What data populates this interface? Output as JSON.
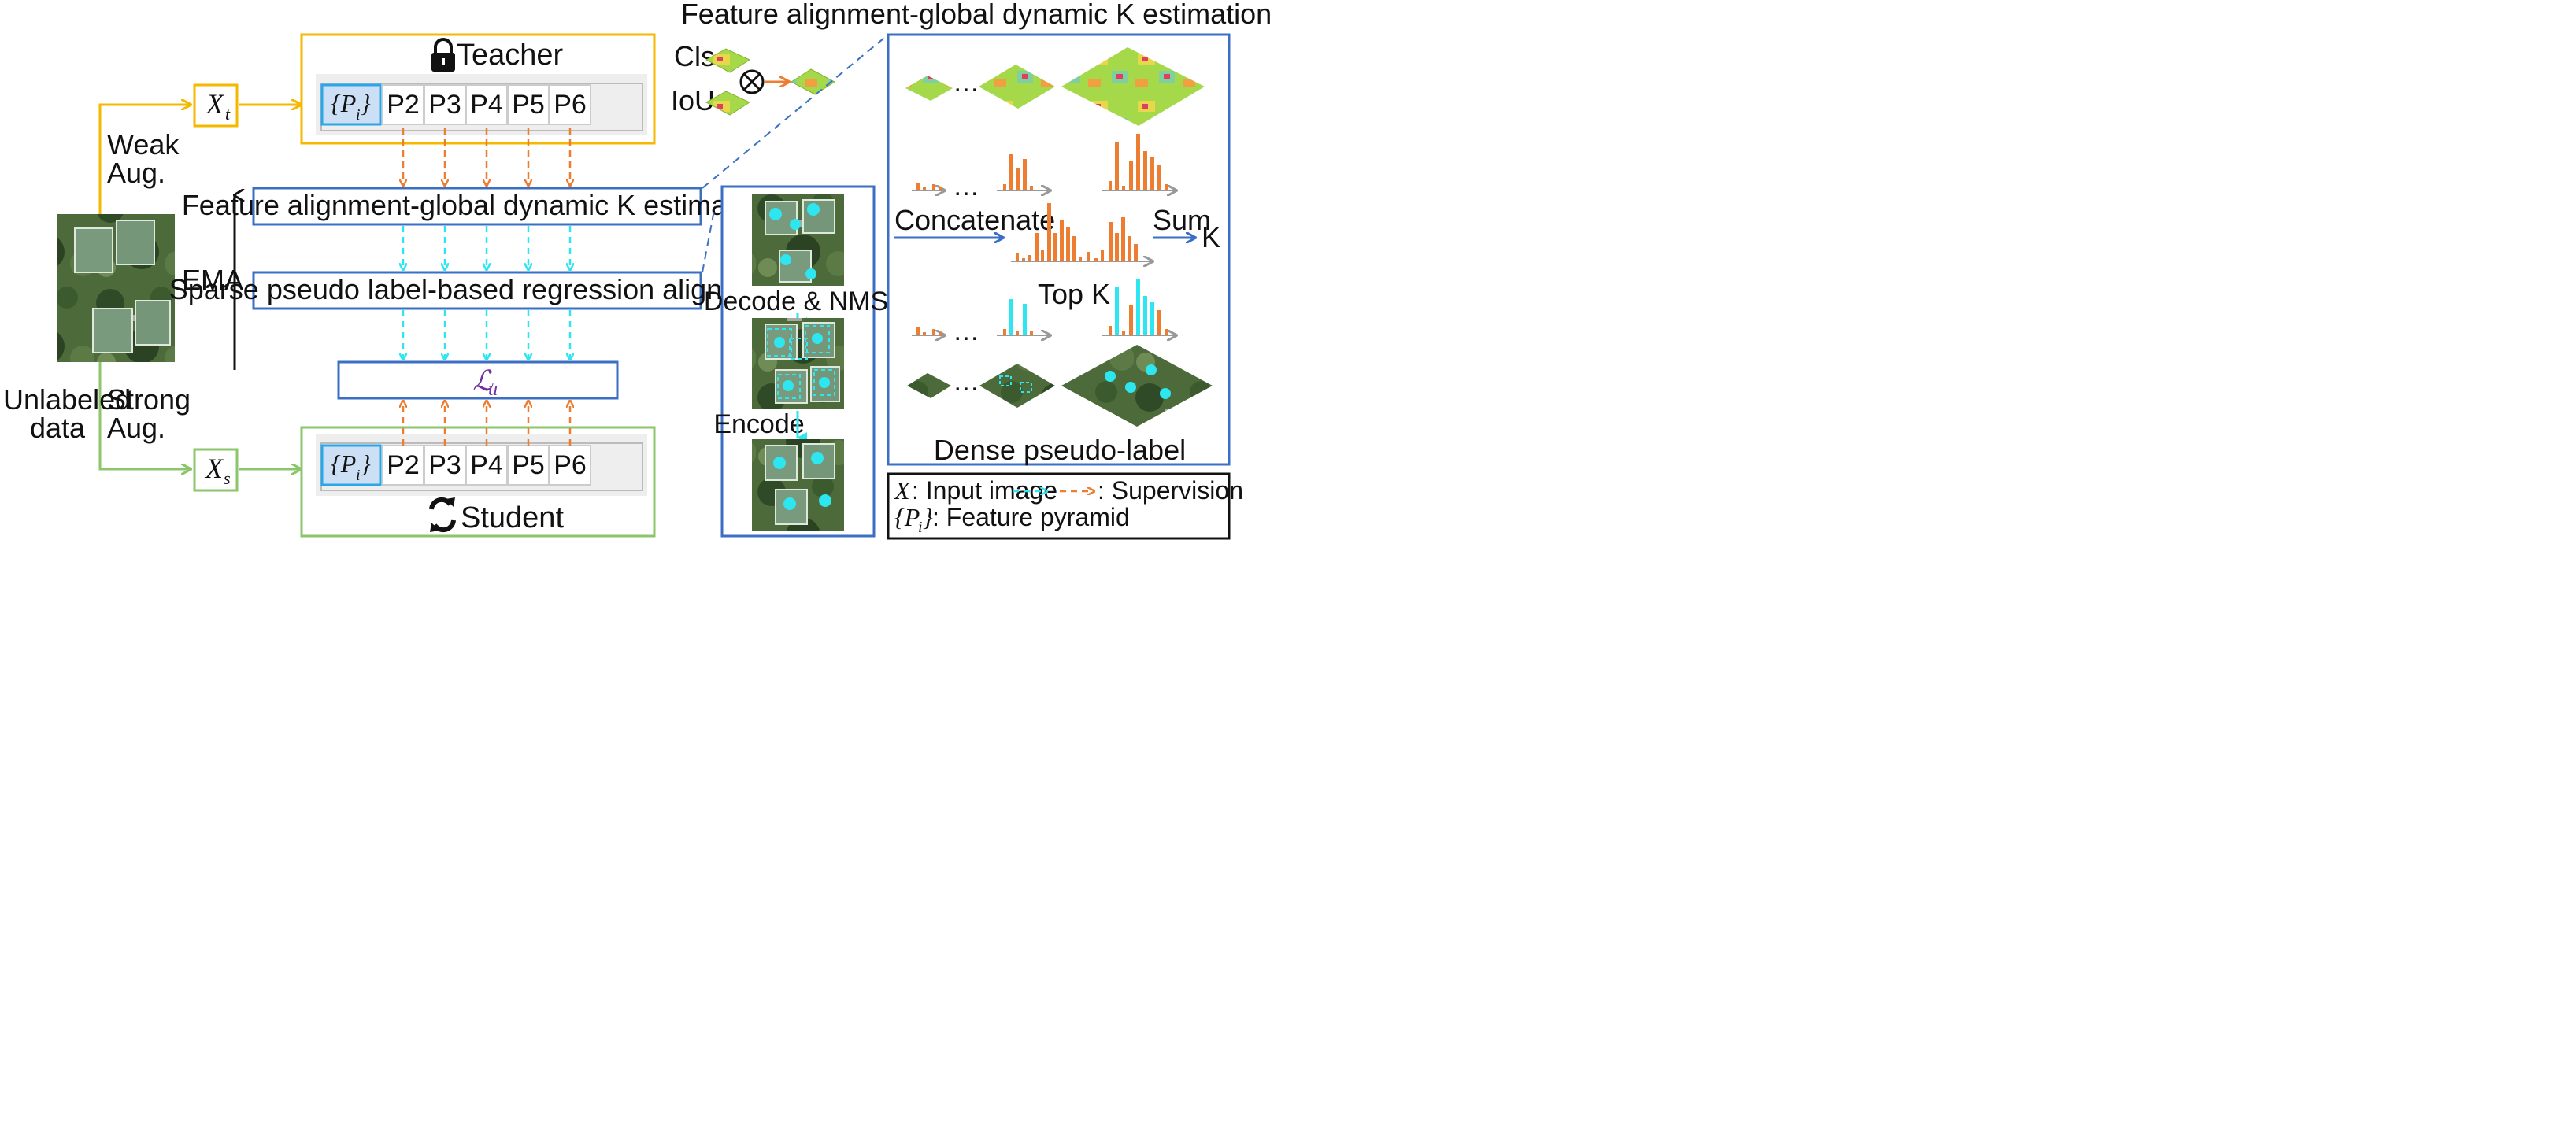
{
  "top_title": "Feature alignment-global dynamic K estimation",
  "teacher": {
    "label": "Teacher",
    "icon": "lock-icon"
  },
  "student": {
    "label": "Student",
    "icon": "sync-icon"
  },
  "pyramid": {
    "set_label": "{P",
    "set_sub": "i",
    "set_close": "}",
    "levels": [
      "P2",
      "P3",
      "P4",
      "P5",
      "P6"
    ]
  },
  "inputs": {
    "xt": "X",
    "xt_sub": "t",
    "xs": "X",
    "xs_sub": "s"
  },
  "aug": {
    "weak_1": "Weak",
    "weak_2": "Aug.",
    "strong_1": "Strong",
    "strong_2": "Aug."
  },
  "unlabeled": {
    "line1": "Unlabeled",
    "line2": "data"
  },
  "ema": "EMA",
  "modules": {
    "fagdk": "Feature alignment-global dynamic K estimation",
    "sprla": "Sparse pseudo label-based regression alignment",
    "loss_main": "ℒ",
    "loss_sub": "u"
  },
  "heatmaps": {
    "cls": "Cls",
    "iou": "IoU",
    "op": "⊗"
  },
  "middle": {
    "decode": "Decode & NMS",
    "encode": "Encode"
  },
  "right_panel": {
    "ellipsis": "…",
    "concatenate": "Concatenate",
    "sum": "Sum",
    "k": "K",
    "topk": "Top K",
    "dense": "Dense pseudo-label"
  },
  "legend": {
    "x_sym": "X",
    "x_desc": ": Input image",
    "supervision": ": Supervision",
    "p_open": "{P",
    "p_sub": "i",
    "p_close": "}",
    "p_desc": ": Feature pyramid"
  },
  "colors": {
    "teacher": "#f5b800",
    "student": "#8cc66a",
    "module": "#3a6fc4",
    "orange": "#ed7d31",
    "cyan": "#2ee6f0",
    "pyramid_fill": "#ccdff5",
    "pyramid_border": "#2aa7e8"
  }
}
